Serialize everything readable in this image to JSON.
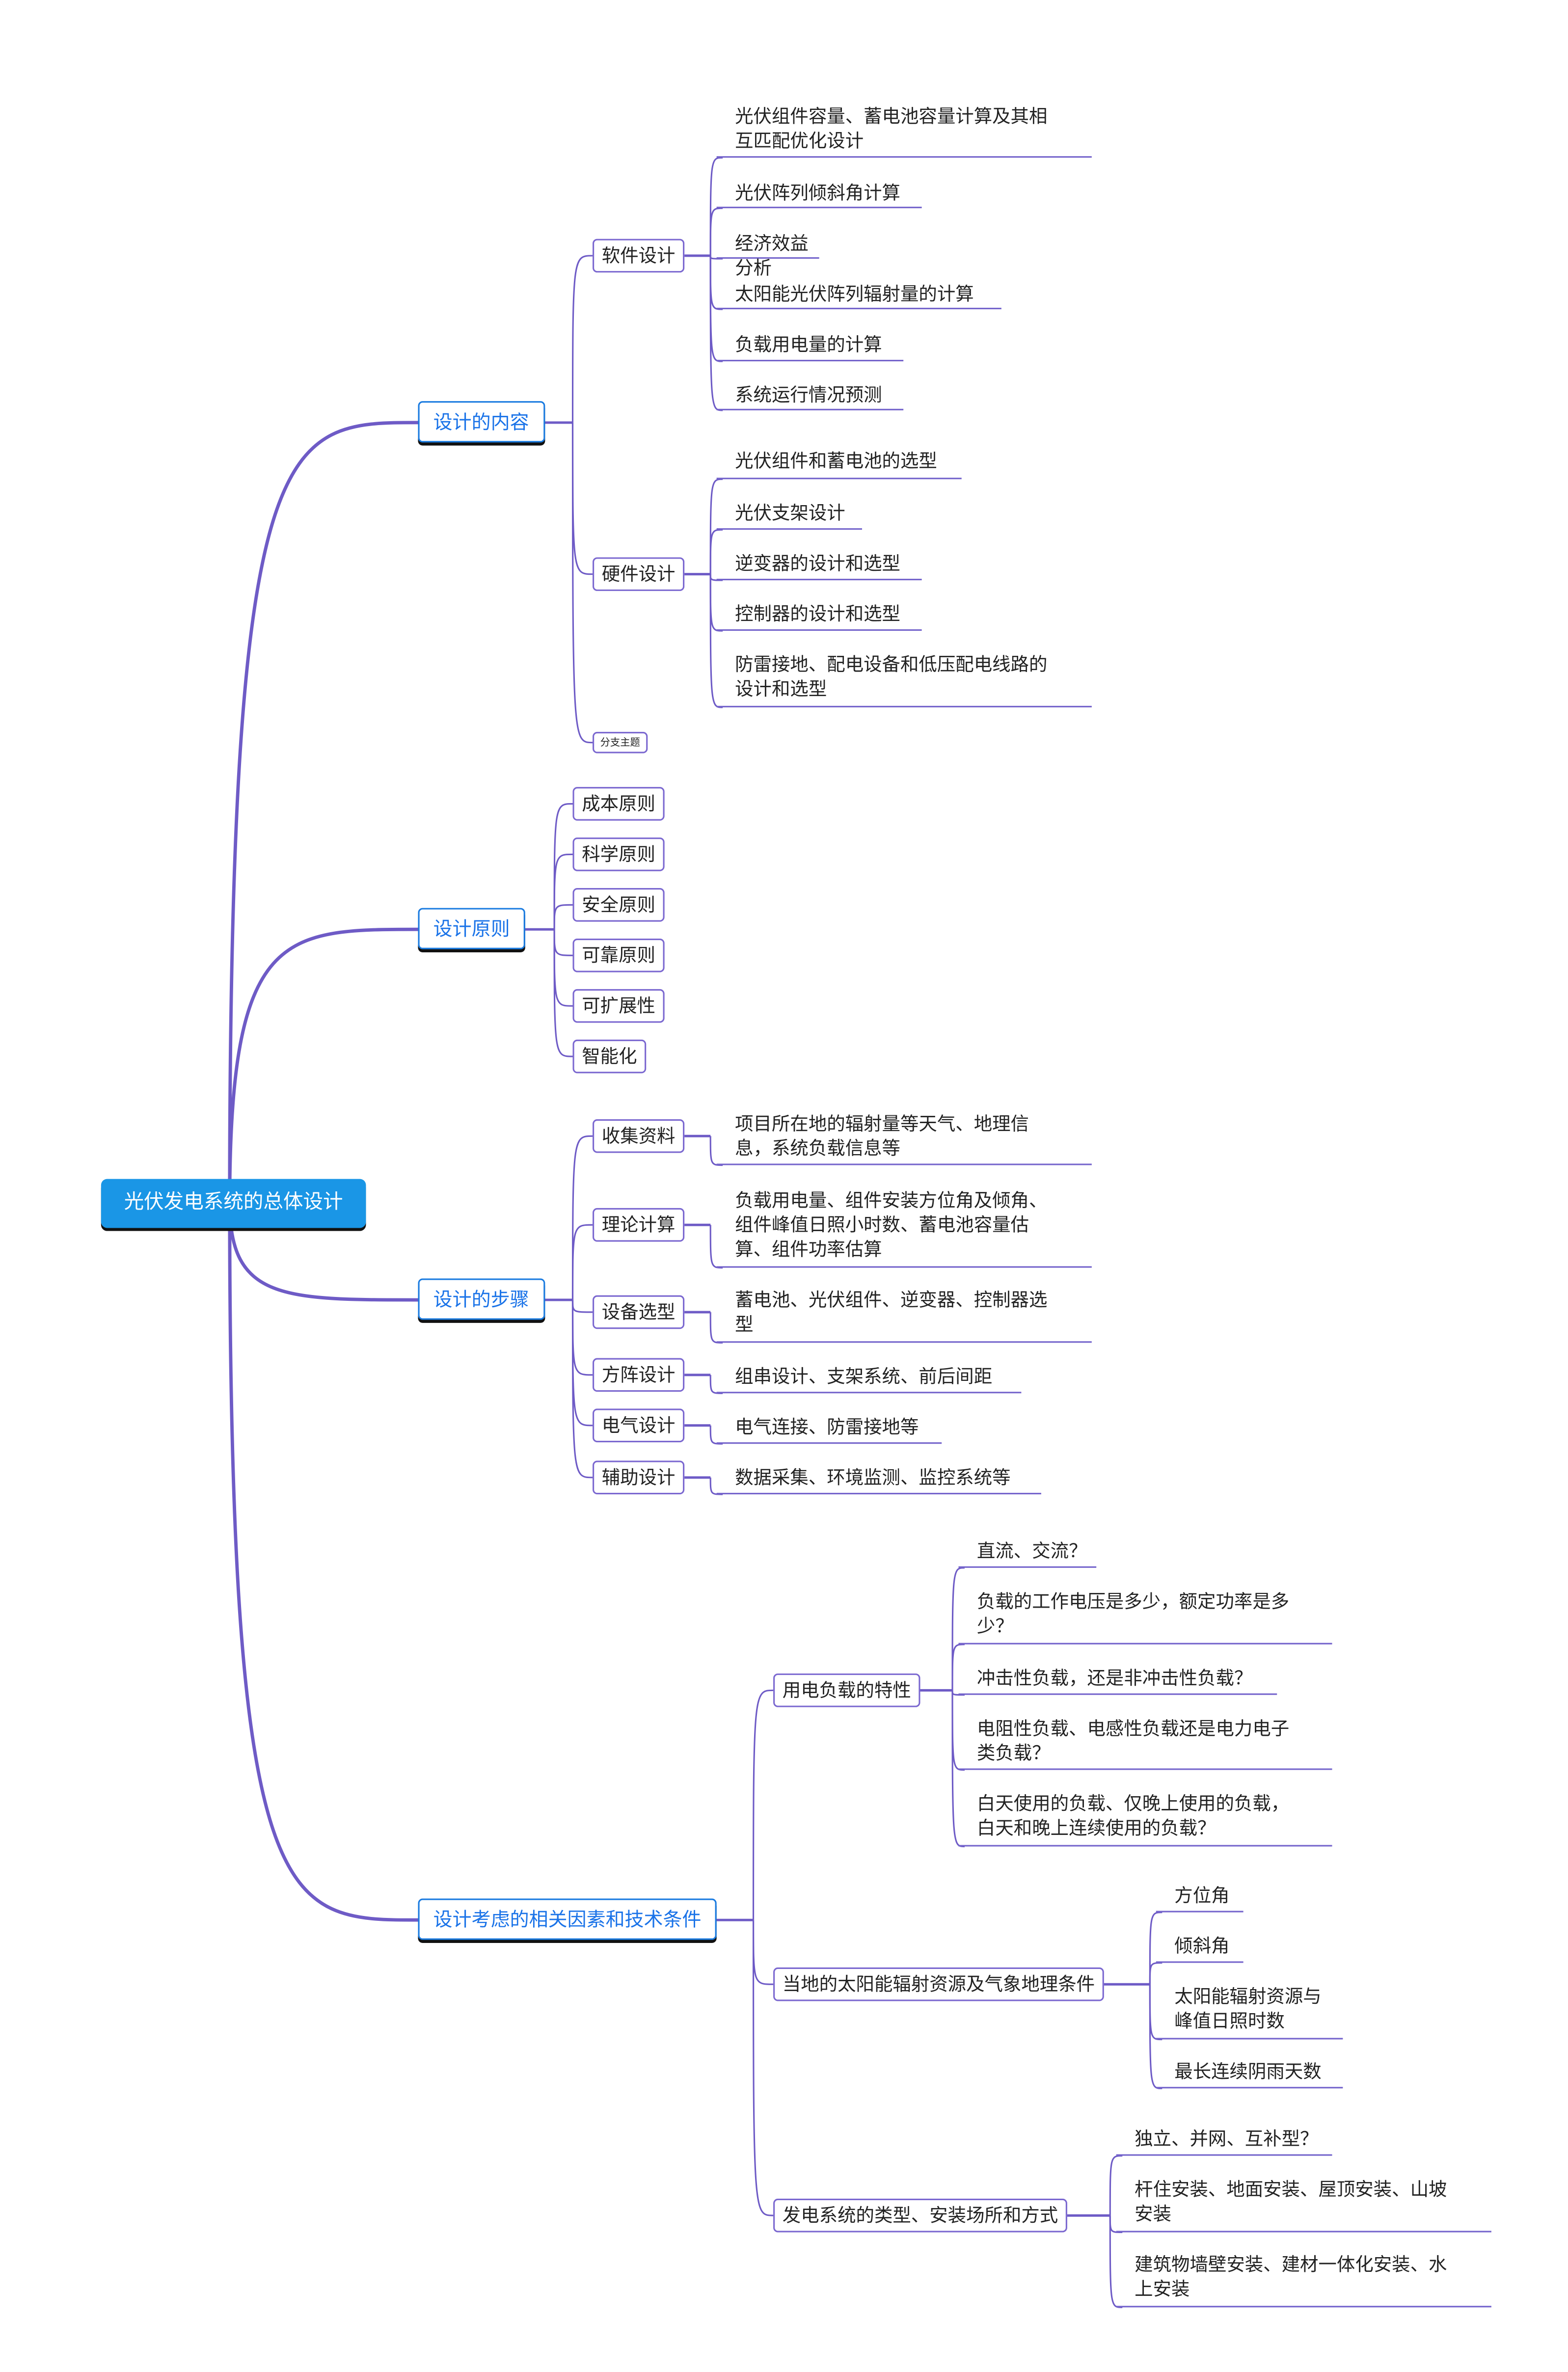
{
  "root": {
    "label": "光伏发电系统的总体设计"
  },
  "branches": [
    {
      "label": "设计的内容",
      "children": [
        {
          "label": "软件设计",
          "leaves": [
            "光伏组件容量、蓄电池容量计算及其相\n互匹配优化设计",
            "光伏阵列倾斜角计算",
            "经济效益分析",
            "太阳能光伏阵列辐射量的计算",
            "负载用电量的计算",
            "系统运行情况预测"
          ]
        },
        {
          "label": "硬件设计",
          "leaves": [
            "光伏组件和蓄电池的选型",
            "光伏支架设计",
            "逆变器的设计和选型",
            "控制器的设计和选型",
            "防雷接地、配电设备和低压配电线路的\n设计和选型"
          ]
        },
        {
          "label": "分支主题",
          "leaves": []
        }
      ]
    },
    {
      "label": "设计原则",
      "children": [
        {
          "label": "成本原则",
          "leaves": []
        },
        {
          "label": "科学原则",
          "leaves": []
        },
        {
          "label": "安全原则",
          "leaves": []
        },
        {
          "label": "可靠原则",
          "leaves": []
        },
        {
          "label": "可扩展性",
          "leaves": []
        },
        {
          "label": "智能化",
          "leaves": []
        }
      ]
    },
    {
      "label": "设计的步骤",
      "children": [
        {
          "label": "收集资料",
          "leaves": [
            "项目所在地的辐射量等天气、地理信\n息，系统负载信息等"
          ]
        },
        {
          "label": "理论计算",
          "leaves": [
            "负载用电量、组件安装方位角及倾角、\n组件峰值日照小时数、蓄电池容量估\n算、组件功率估算"
          ]
        },
        {
          "label": "设备选型",
          "leaves": [
            "蓄电池、光伏组件、逆变器、控制器选\n型"
          ]
        },
        {
          "label": "方阵设计",
          "leaves": [
            "组串设计、支架系统、前后间距"
          ]
        },
        {
          "label": "电气设计",
          "leaves": [
            "电气连接、防雷接地等"
          ]
        },
        {
          "label": "辅助设计",
          "leaves": [
            "数据采集、环境监测、监控系统等"
          ]
        }
      ]
    },
    {
      "label": "设计考虑的相关因素和技术条件",
      "children": [
        {
          "label": "用电负载的特性",
          "leaves": [
            "直流、交流？",
            "负载的工作电压是多少，额定功率是多\n少？",
            "冲击性负载，还是非冲击性负载？",
            "电阻性负载、电感性负载还是电力电子\n类负载？",
            "白天使用的负载、仅晚上使用的负载，\n白天和晚上连续使用的负载？"
          ]
        },
        {
          "label": "当地的太阳能辐射资源及气象地理条件",
          "leaves": [
            "方位角",
            "倾斜角",
            "太阳能辐射资源与\n峰值日照时数",
            "最长连续阴雨天数"
          ]
        },
        {
          "label": "发电系统的类型、安装场所和方式",
          "leaves": [
            "独立、并网、互补型？",
            "杆住安装、地面安装、屋顶安装、山坡\n安装",
            "建筑物墙壁安装、建材一体化安装、水\n上安装"
          ]
        }
      ]
    }
  ],
  "colors": {
    "line": "#6e5bc6",
    "root_fill": "#1a96e6",
    "main_border": "#1a7be0",
    "sub_border": "#7b68d0"
  }
}
